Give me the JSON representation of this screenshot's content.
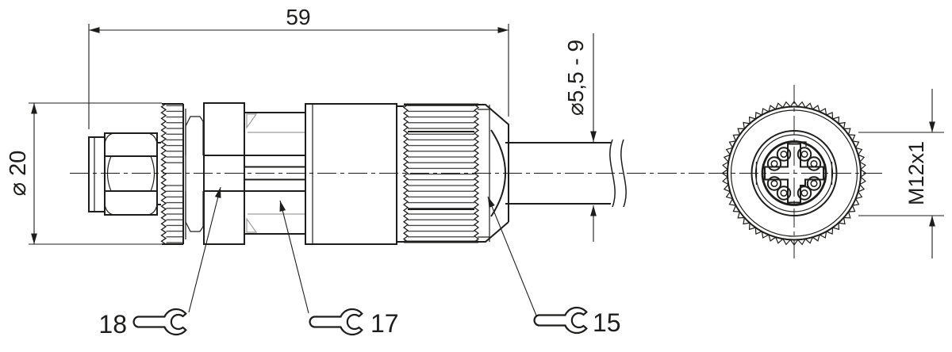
{
  "colors": {
    "line": "#1d1d1b",
    "gray": "#9d9d9c",
    "background": "#ffffff"
  },
  "dimensions": {
    "overall_length": "59",
    "outer_diameter": "⌀ 20",
    "cable_diameter": "⌀5,5 - 9",
    "thread": "M12x1"
  },
  "wrench_callouts": [
    {
      "label": "18"
    },
    {
      "label": "17"
    },
    {
      "label": "15"
    }
  ]
}
